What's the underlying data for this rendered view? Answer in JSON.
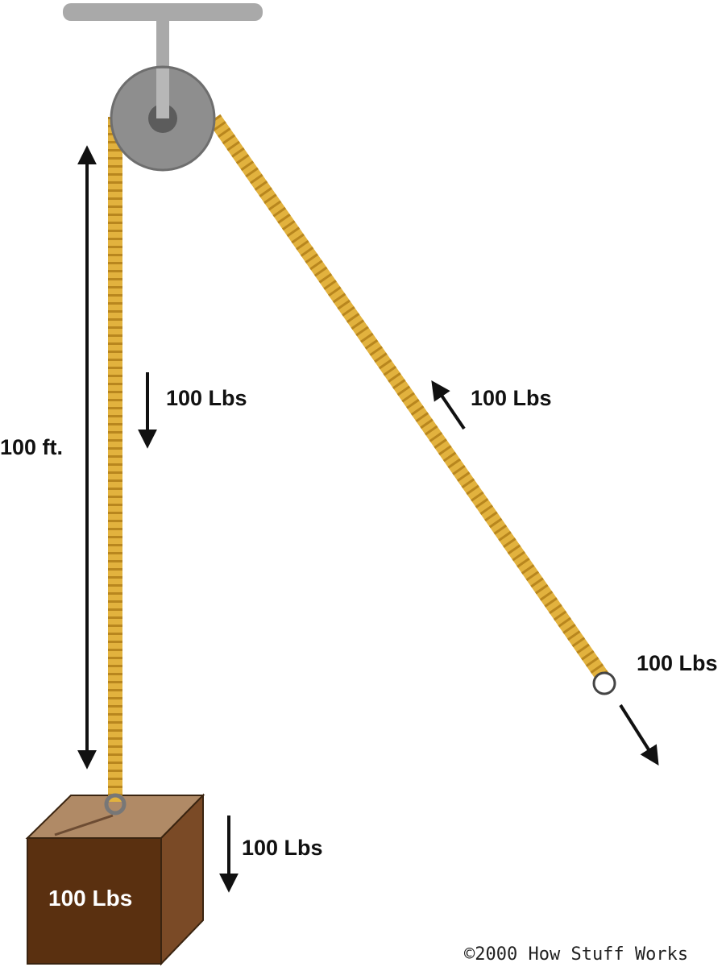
{
  "labels": {
    "height": "100 ft.",
    "force_left_rope": "100 Lbs",
    "force_right_rope": "100 Lbs",
    "force_pull_end": "100 Lbs",
    "force_box": "100 Lbs",
    "box_weight": "100 Lbs"
  },
  "credit": "©2000 How Stuff Works",
  "colors": {
    "rope": "#E2B23E",
    "rope_shadow": "#B8861E",
    "pulley": "#8E8E8E",
    "pulley_rim": "#6E6E6E",
    "mount": "#A9A9A9",
    "box_front": "#5A3010",
    "box_top": "#B08A66",
    "box_side": "#7A4A26",
    "arrow": "#111111"
  },
  "icons": {
    "pulley": "pulley-wheel-icon",
    "box": "box-icon",
    "ring": "ring-handle-icon"
  }
}
